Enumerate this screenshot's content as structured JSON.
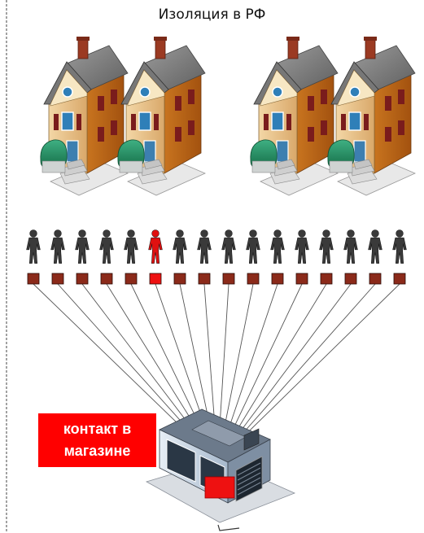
{
  "title": "Изоляция в РФ",
  "contact_label": "контакт в\nмагазине",
  "people": {
    "count": 16,
    "infected_index": 5,
    "colors": {
      "normal": "#3a3a3a",
      "infected": "#e01010",
      "marker": "#8b2a1a"
    }
  },
  "houses": {
    "count": 4
  },
  "shop": {
    "marker_color": "#ee1111"
  }
}
